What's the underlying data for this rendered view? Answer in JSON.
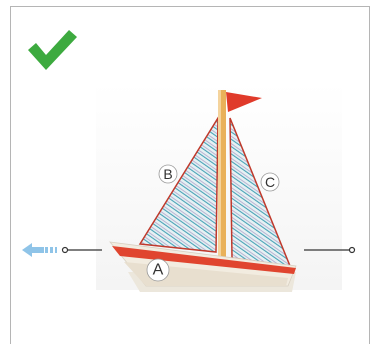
{
  "status": {
    "icon": "checkmark-icon",
    "color": "#3daa3f"
  },
  "diagram": {
    "labels": {
      "hull": "A",
      "left_sail": "B",
      "right_sail": "C"
    },
    "direction_icon": "left-arrow-icon",
    "colors": {
      "hull_red": "#e0452f",
      "hull_cream": "#f2ece0",
      "sail_stripe": "#4aa3b8",
      "sail_edge": "#c0392b",
      "flag": "#e03a2a",
      "mast": "#e9b15a",
      "arrow": "#8fc4e8"
    }
  }
}
